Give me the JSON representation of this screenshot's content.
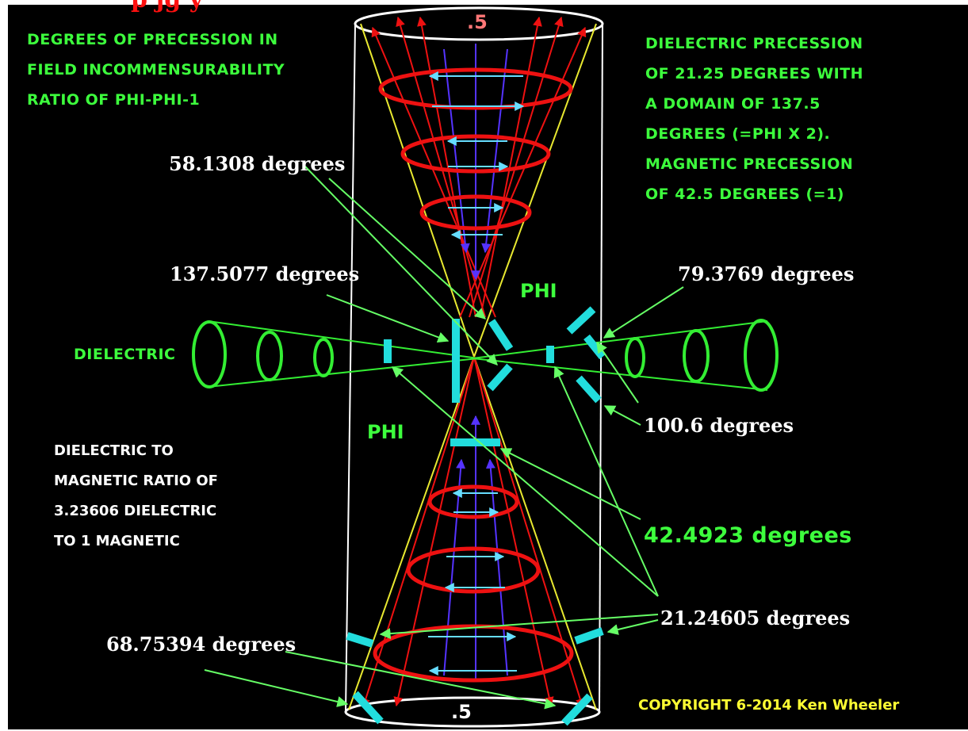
{
  "title_fragment": "p                            jg y",
  "colors": {
    "background": "#000000",
    "cylinder": "#ffffff",
    "ring_red": "#ee1111",
    "cone_green": "#33ee33",
    "pointer_green": "#66ff66",
    "block_cyan": "#22dddd",
    "arrow_blue": "#5533ff",
    "arrow_cyan": "#66ddff",
    "cone_yellow": "#e8e830"
  },
  "top_left_note": [
    "DEGREES OF PRECESSION IN",
    "FIELD INCOMMENSURABILITY",
    "RATIO OF PHI-PHI-1"
  ],
  "top_right_note": [
    "DIELECTRIC PRECESSION",
    "OF 21.25 DEGREES WITH",
    "A DOMAIN OF 137.5",
    "DEGREES (=PHI X 2).",
    "MAGNETIC PRECESSION",
    "OF 42.5 DEGREES  (=1)"
  ],
  "bottom_left_note": [
    "DIELECTRIC TO",
    "MAGNETIC RATIO OF",
    "3.23606 DIELECTRIC",
    "TO 1 MAGNETIC"
  ],
  "labels": {
    "deg_58": "58.1308 degrees",
    "deg_137": "137.5077 degrees",
    "deg_79": "79.3769 degrees",
    "deg_100": "100.6 degrees",
    "deg_42": "42.4923 degrees",
    "deg_21": "21.24605 degrees",
    "deg_68": "68.75394 degrees",
    "dielectric": "DIELECTRIC",
    "phi_upper": "PHI",
    "phi_lower": "PHI",
    "half_top": ".5",
    "half_bottom": ".5"
  },
  "copyright": "COPYRIGHT 6-2014 Ken Wheeler"
}
